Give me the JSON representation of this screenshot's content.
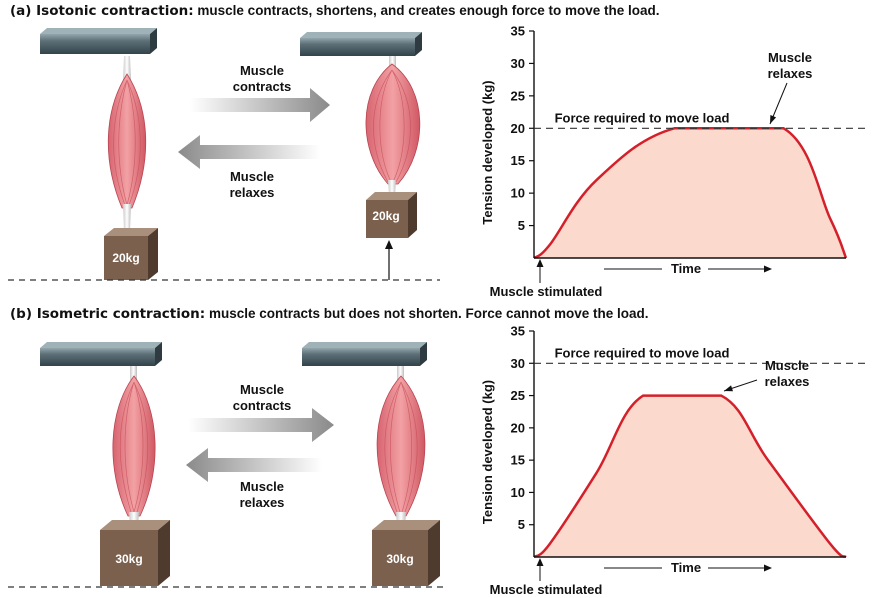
{
  "panel_a": {
    "label": "(a) Isotonic contraction:",
    "description": "muscle contracts, shortens, and creates enough force to move the load.",
    "arrow_contracts": [
      "Muscle",
      "contracts"
    ],
    "arrow_relaxes": [
      "Muscle",
      "relaxes"
    ],
    "load_left": "20kg",
    "load_right": "20kg"
  },
  "panel_b": {
    "label": "(b) Isometric contraction:",
    "description": "muscle contracts but does not shorten. Force cannot move the load.",
    "arrow_contracts": [
      "Muscle",
      "contracts"
    ],
    "arrow_relaxes": [
      "Muscle",
      "relaxes"
    ],
    "load_left": "30kg",
    "load_right": "30kg"
  },
  "colors": {
    "curve": "#d4202a",
    "fill": "#fbd9cd",
    "muscle": "#e9848a",
    "muscle_dark": "#c8505a",
    "box": "#7b604d",
    "bar": "#4c5f66",
    "arrow_gray": "#9a9a9a"
  },
  "chart_data": [
    {
      "type": "area",
      "ylabel": "Tension developed (kg)",
      "xlabel": "Time",
      "ylim": [
        0,
        35
      ],
      "yticks": [
        5,
        10,
        15,
        20,
        25,
        30,
        35
      ],
      "threshold": {
        "y": 20,
        "label": "Force required to move load"
      },
      "x": [
        0,
        5,
        20,
        45,
        80,
        95,
        100
      ],
      "y": [
        0,
        2,
        12,
        20,
        20,
        6,
        0
      ],
      "annotations": {
        "stimulated": "Muscle stimulated",
        "relaxes": [
          "Muscle",
          "relaxes"
        ]
      },
      "grid": false
    },
    {
      "type": "area",
      "ylabel": "Tension developed (kg)",
      "xlabel": "Time",
      "ylim": [
        0,
        35
      ],
      "yticks": [
        5,
        10,
        15,
        20,
        25,
        30,
        35
      ],
      "threshold": {
        "y": 30,
        "label": "Force required to move load"
      },
      "x": [
        0,
        5,
        20,
        35,
        60,
        75,
        95,
        100
      ],
      "y": [
        0,
        2,
        13,
        25,
        25,
        15,
        2,
        0
      ],
      "annotations": {
        "stimulated": "Muscle stimulated",
        "relaxes": [
          "Muscle",
          "relaxes"
        ]
      },
      "grid": false
    }
  ]
}
